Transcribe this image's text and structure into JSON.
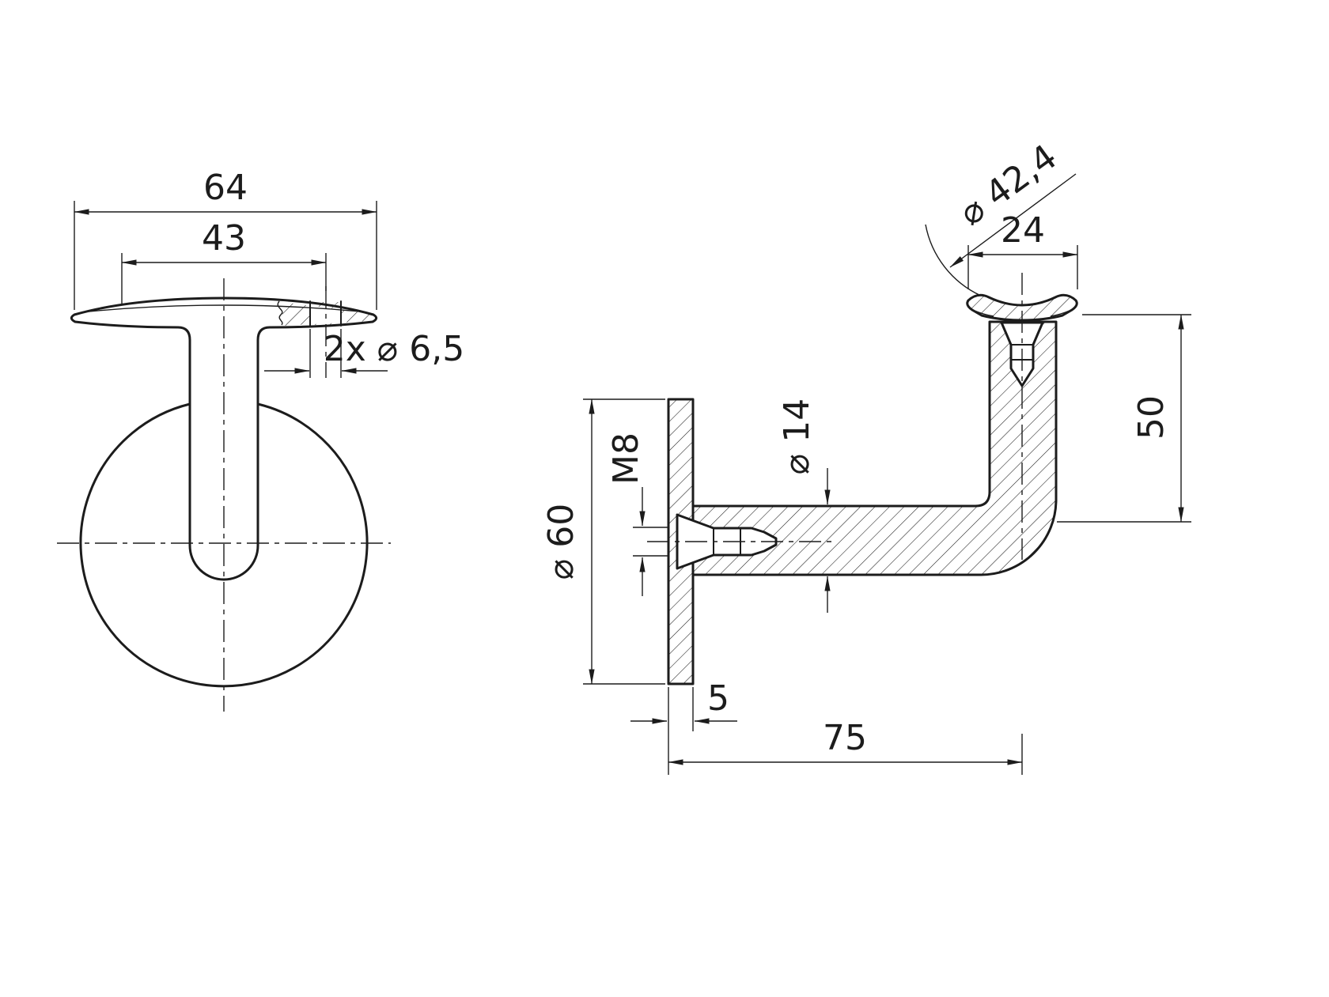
{
  "drawing": {
    "type": "technical-drawing-handrail-bracket",
    "ink_color": "#1c1c1c",
    "background_color": "#ffffff",
    "front_view": {
      "plate_width": "64",
      "hole_spacing": "43",
      "holes": "2x ⌀ 6,5"
    },
    "side_view": {
      "handrail_dia": "⌀ 42,4",
      "saddle_width": "24",
      "height": "50",
      "flange_dia": "⌀ 60",
      "thread": "M8",
      "arm_dia": "⌀ 14",
      "plate_thickness": "5",
      "reach": "75"
    }
  }
}
